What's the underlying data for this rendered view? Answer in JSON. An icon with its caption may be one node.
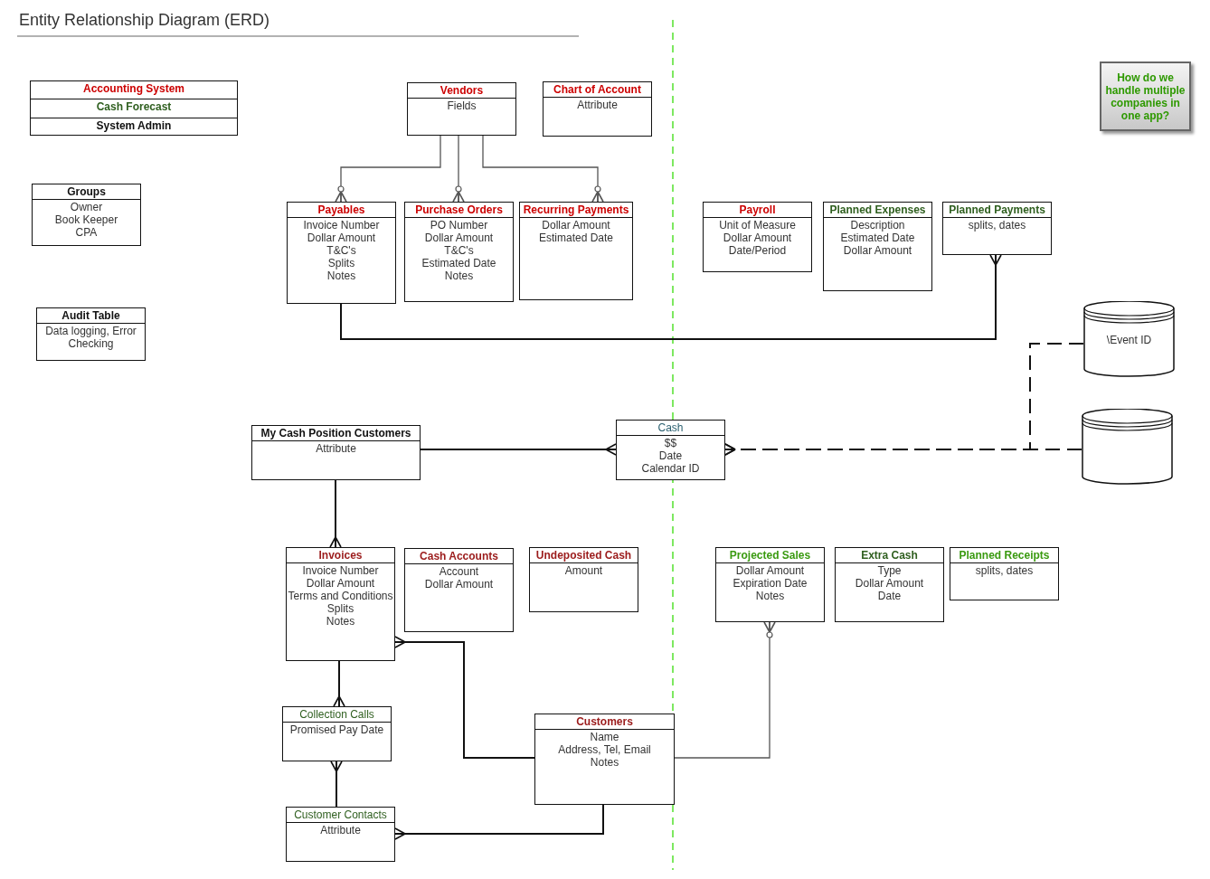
{
  "diagram": {
    "title": "Entity Relationship Diagram (ERD)",
    "nodes": [
      {
        "text": [
          "Accounting System",
          "Cash Forecast",
          "System Admin"
        ]
      },
      {
        "text": [
          "Groups",
          "Owner",
          "Book Keeper",
          "CPA"
        ]
      },
      {
        "text": [
          "Audit Table",
          "Data logging, Error Checking"
        ]
      },
      {
        "text": [
          "Vendors",
          "Fields"
        ]
      },
      {
        "text": [
          "Chart of Account",
          "Attribute"
        ]
      },
      {
        "text": [
          "How do we handle multiple companies in one app?"
        ]
      },
      {
        "text": [
          "Payables",
          "Invoice Number",
          "Dollar Amount",
          "T&C's",
          "Splits",
          "Notes"
        ]
      },
      {
        "text": [
          "Purchase Orders",
          "PO Number",
          "Dollar Amount",
          "T&C's",
          "Estimated Date",
          "Notes"
        ]
      },
      {
        "text": [
          "Recurring  Payments",
          "Dollar Amount",
          "Estimated Date"
        ]
      },
      {
        "text": [
          "Payroll",
          "Unit of Measure",
          "Dollar Amount",
          "Date/Period"
        ]
      },
      {
        "text": [
          "Planned Expenses",
          "Description",
          "Estimated Date",
          "Dollar Amount"
        ]
      },
      {
        "text": [
          "Planned Payments",
          "splits, dates"
        ]
      },
      {
        "text": [
          "\\Event ID"
        ]
      },
      {
        "text": [
          "My Cash Position Customers",
          "Attribute"
        ]
      },
      {
        "text": [
          "Cash",
          "$$",
          "Date",
          "Calendar ID"
        ]
      },
      {
        "text": [],
        "shape": "cylinder"
      },
      {
        "text": [
          "Invoices",
          "Invoice Number",
          "Dollar Amount",
          "Terms and Conditions",
          "Splits",
          "Notes"
        ]
      },
      {
        "text": [
          "Cash Accounts",
          "Account",
          "Dollar Amount"
        ]
      },
      {
        "text": [
          "Undeposited Cash",
          "Amount"
        ]
      },
      {
        "text": [
          "Projected Sales",
          "Dollar Amount",
          "Expiration Date",
          "Notes"
        ]
      },
      {
        "text": [
          "Extra Cash",
          "Type",
          "Dollar Amount",
          "Date"
        ]
      },
      {
        "text": [
          "Planned Receipts",
          "splits, dates"
        ]
      },
      {
        "text": [
          "Collection Calls",
          "Promised Pay Date"
        ]
      },
      {
        "text": [
          "Customers",
          "Name",
          "Address, Tel, Email",
          "Notes"
        ]
      },
      {
        "text": [
          "Customer Contacts",
          "Attribute"
        ]
      }
    ],
    "edges": [
      {
        "from": 3,
        "to": 6,
        "arrow": "other",
        "color": "#555555"
      },
      {
        "from": 3,
        "to": 7,
        "arrow": "other",
        "color": "#555555"
      },
      {
        "from": 3,
        "to": 8,
        "arrow": "other",
        "color": "#555555"
      },
      {
        "from": 6,
        "to": 11,
        "arrow": "other"
      },
      {
        "from": 13,
        "to": 14,
        "arrow": "other"
      },
      {
        "from": 15,
        "to": 14,
        "arrow": "other",
        "style": "dashed"
      },
      {
        "from": 12,
        "to": 14,
        "arrow": "other",
        "style": "dashed"
      },
      {
        "from": 13,
        "to": 16,
        "arrow": "other"
      },
      {
        "from": 23,
        "to": 16,
        "arrow": "other"
      },
      {
        "from": 16,
        "to": 22,
        "arrow": "other"
      },
      {
        "from": 24,
        "to": 22,
        "arrow": "other"
      },
      {
        "from": 23,
        "to": 24,
        "arrow": "other"
      },
      {
        "from": 23,
        "to": 19,
        "arrow": "other",
        "color": "#555555"
      }
    ]
  }
}
